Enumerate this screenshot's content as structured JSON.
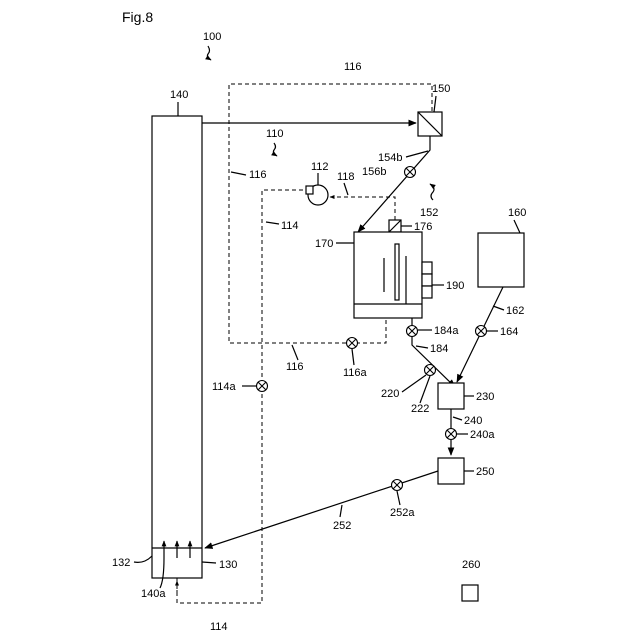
{
  "figure_title": "Fig.8",
  "labels": {
    "system": "100",
    "tower": "140",
    "bottom": "132",
    "bottom_right": "130",
    "nozzles": "140a",
    "line_114_top": "114",
    "line_114_bottom": "114",
    "valve_114a": "114a",
    "line_116_top": "116",
    "line_116_left": "116",
    "line_116_bottom": "116",
    "valve_116a": "116a",
    "subsystem": "110",
    "fan": "112",
    "line_118": "118",
    "exchanger": "150",
    "line_154b": "154b",
    "valve_156b": "156b",
    "line_152": "152",
    "sensor": "176",
    "vessel": "170",
    "side_unit": "190",
    "valve_184a": "184a",
    "line_184": "184",
    "tank_160": "160",
    "line_162": "162",
    "valve_164": "164",
    "line_220": "220",
    "valve_222": "222",
    "mixer": "230",
    "line_240": "240",
    "valve_240a": "240a",
    "unit_250": "250",
    "line_252": "252",
    "valve_252a": "252a",
    "unit_260": "260"
  }
}
